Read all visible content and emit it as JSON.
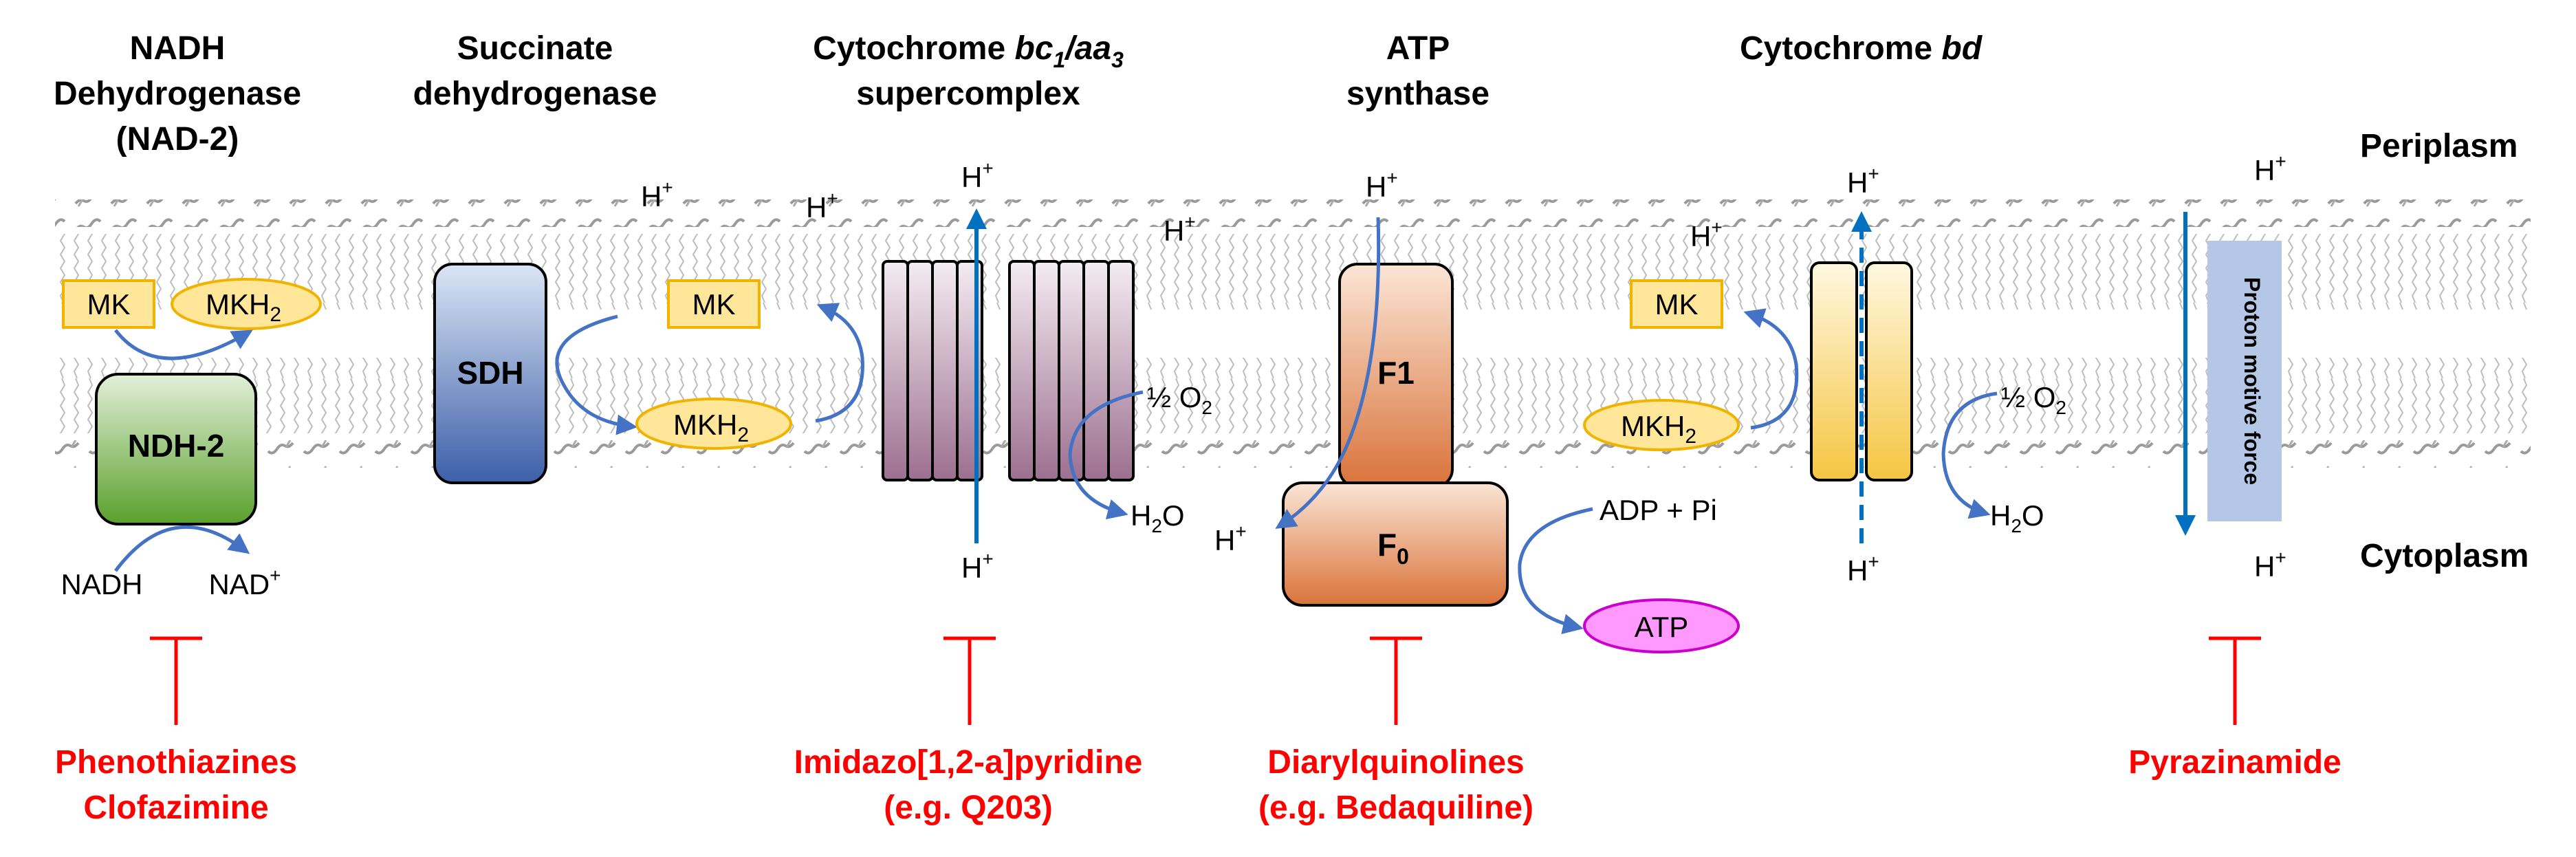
{
  "headers": {
    "ndh": [
      "NADH",
      "Dehydrogenase",
      "(NAD-2)"
    ],
    "sdh": [
      "Succinate",
      "dehydrogenase"
    ],
    "bc1": {
      "line1_prefix": "Cytochrome ",
      "bc": "bc",
      "sub1": "1",
      "slash": "/",
      "aa": "aa",
      "sub3": "3",
      "line2": "supercomplex"
    },
    "atp": [
      "ATP",
      "synthase"
    ],
    "bd": {
      "prefix": "Cytochrome ",
      "italic": "bd"
    }
  },
  "compartments": {
    "periplasm": "Periplasm",
    "cytoplasm": "Cytoplasm"
  },
  "enzymes": {
    "ndh2": "NDH-2",
    "sdh": "SDH",
    "f1": "F1",
    "f0_main": "F",
    "f0_sub": "0"
  },
  "molecules": {
    "mk": "MK",
    "mkh2_main": "MKH",
    "mkh2_sub": "2",
    "nadh": "NADH",
    "nad_main": "NAD",
    "nad_sup": "+",
    "h_main": "H",
    "h_sup": "+",
    "o2_main": "½ O",
    "o2_sub": "2",
    "h2o_h": "H",
    "h2o_sub": "2",
    "h2o_o": "O",
    "adp": "ADP + Pi",
    "atp": "ATP"
  },
  "pmf_label": "Proton motive force",
  "inhibitors": {
    "ndh": [
      "Phenothiazines",
      "Clofazimine"
    ],
    "bc1": [
      "Imidazo[1,2-a]pyridine",
      "(e.g. Q203)"
    ],
    "atp": [
      "Diarylquinolines",
      "(e.g. Bedaquiline)"
    ],
    "pmf": [
      "Pyrazinamide"
    ]
  },
  "colors": {
    "arrow_blue": "#4472c4",
    "axis_blue": "#0070c0",
    "inhibitor_red": "#ff0000",
    "mk_fill": "#ffe699",
    "mk_border": "#f0b400",
    "atp_fill": "#ff99ff",
    "pmf_fill": "#b4c7e7"
  }
}
